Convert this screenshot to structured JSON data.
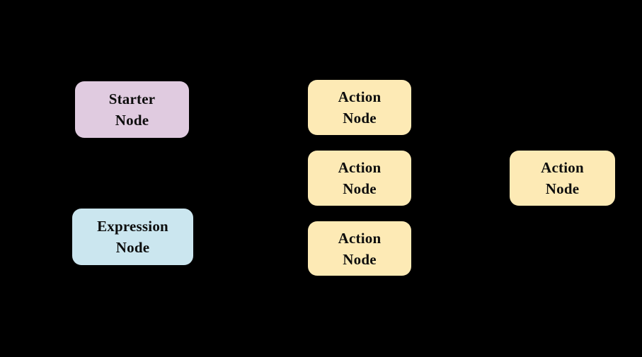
{
  "canvas": {
    "background_color": "#000000"
  },
  "diagram": {
    "colors": {
      "starter_fill": "#E0CBE0",
      "expression_fill": "#CBE6EF",
      "action_fill": "#FDEAB5",
      "label_text": "#0D0D0D",
      "background": "#000000"
    },
    "nodes": {
      "starter": {
        "label": "Starter\nNode",
        "fill": "#E0CBE0"
      },
      "expression": {
        "label": "Expression\nNode",
        "fill": "#CBE6EF"
      },
      "action1": {
        "label": "Action\nNode",
        "fill": "#FDEAB5"
      },
      "action2": {
        "label": "Action\nNode",
        "fill": "#FDEAB5"
      },
      "action3": {
        "label": "Action\nNode",
        "fill": "#FDEAB5"
      },
      "action4": {
        "label": "Action\nNode",
        "fill": "#FDEAB5"
      }
    }
  }
}
